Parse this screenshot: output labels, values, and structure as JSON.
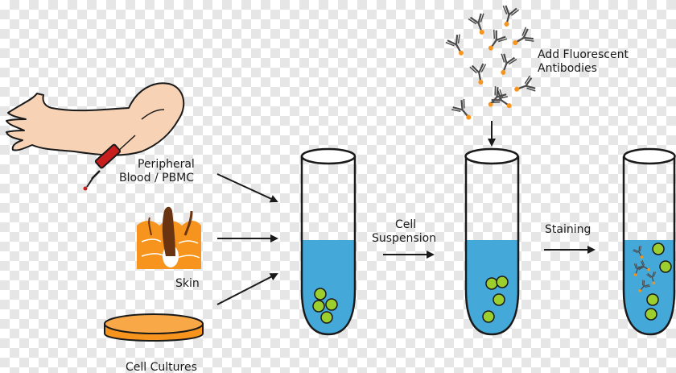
{
  "labels": {
    "blood_line1": "Peripheral",
    "blood_line2": "Blood / PBMC",
    "skin": "Skin",
    "cultures": "Cell Cultures",
    "suspension_line1": "Cell",
    "suspension_line2": "Suspension",
    "staining": "Staining",
    "antibodies_line1": "Add Fluorescent",
    "antibodies_line2": "Antibodies"
  },
  "colors": {
    "skin_tone": "#f8d2b4",
    "syringe_red": "#c81e1e",
    "tissue_orange": "#f7941d",
    "dish_orange": "#f9a847",
    "liquid_blue": "#44a8d8",
    "cell_green": "#9ccf2e",
    "antibody_dot": "#f7941d",
    "outline": "#1a1a1a"
  },
  "icons": [
    "arm-icon",
    "syringe-icon",
    "skin-tissue-icon",
    "petri-dish-icon",
    "antibody-icon",
    "tube-icon",
    "cell-icon"
  ]
}
